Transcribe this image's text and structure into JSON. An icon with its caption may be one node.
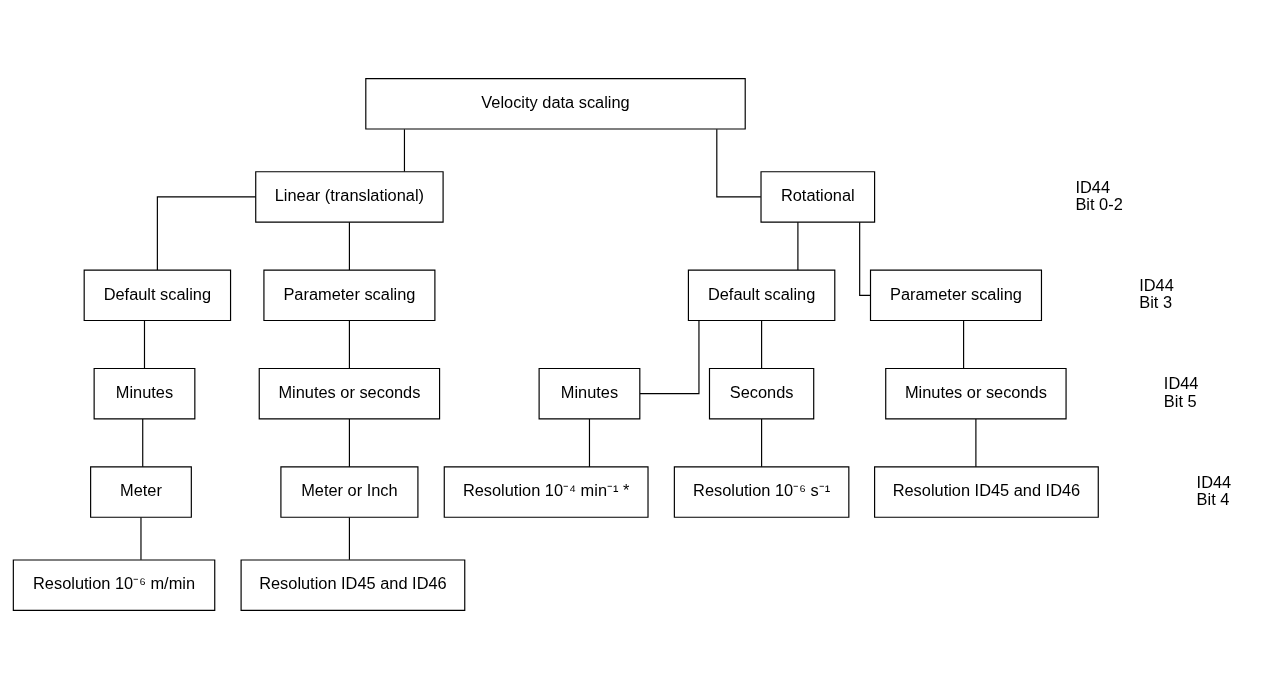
{
  "diagram": {
    "nodes": [
      {
        "text": [
          "Velocity data scaling"
        ]
      },
      {
        "text": [
          "Linear (translational)"
        ]
      },
      {
        "text": [
          "Rotational"
        ]
      },
      {
        "text": [
          "Default scaling"
        ]
      },
      {
        "text": [
          "Parameter scaling"
        ]
      },
      {
        "text": [
          "Default scaling"
        ]
      },
      {
        "text": [
          "Parameter scaling"
        ]
      },
      {
        "text": [
          "Minutes"
        ]
      },
      {
        "text": [
          "Minutes or seconds"
        ]
      },
      {
        "text": [
          "Minutes"
        ]
      },
      {
        "text": [
          "Seconds"
        ]
      },
      {
        "text": [
          "Minutes or seconds"
        ]
      },
      {
        "text": [
          "Meter"
        ]
      },
      {
        "text": [
          "Meter or Inch"
        ]
      },
      {
        "text": [
          "Resolution 10⁻⁶ m/min"
        ]
      },
      {
        "text": [
          "Resolution ID45 and ID46"
        ]
      },
      {
        "text": [
          "Resolution 10⁻⁴ min⁻¹ *"
        ]
      },
      {
        "text": [
          "Resolution 10⁻⁶ s⁻¹"
        ]
      },
      {
        "text": [
          "Resolution ID45 and ID46"
        ]
      }
    ],
    "edges": [
      {
        "from": 0,
        "to": 1,
        "arrow": "none"
      },
      {
        "from": 0,
        "to": 2,
        "arrow": "none"
      },
      {
        "from": 1,
        "to": 3,
        "arrow": "none"
      },
      {
        "from": 1,
        "to": 4,
        "arrow": "none"
      },
      {
        "from": 2,
        "to": 5,
        "arrow": "none"
      },
      {
        "from": 2,
        "to": 6,
        "arrow": "none"
      },
      {
        "from": 3,
        "to": 7,
        "arrow": "none"
      },
      {
        "from": 4,
        "to": 8,
        "arrow": "none"
      },
      {
        "from": 5,
        "to": 9,
        "arrow": "none"
      },
      {
        "from": 5,
        "to": 10,
        "arrow": "none"
      },
      {
        "from": 6,
        "to": 11,
        "arrow": "none"
      },
      {
        "from": 7,
        "to": 12,
        "arrow": "none"
      },
      {
        "from": 8,
        "to": 13,
        "arrow": "none"
      },
      {
        "from": 12,
        "to": 14,
        "arrow": "none"
      },
      {
        "from": 13,
        "to": 15,
        "arrow": "none"
      },
      {
        "from": 9,
        "to": 16,
        "arrow": "none"
      },
      {
        "from": 10,
        "to": 17,
        "arrow": "none"
      },
      {
        "from": 11,
        "to": 18,
        "arrow": "none"
      }
    ],
    "labels": [
      "ID44 Bit 0-2",
      "ID44 Bit 3",
      "ID44 Bit 5",
      "ID44 Bit 4"
    ]
  }
}
